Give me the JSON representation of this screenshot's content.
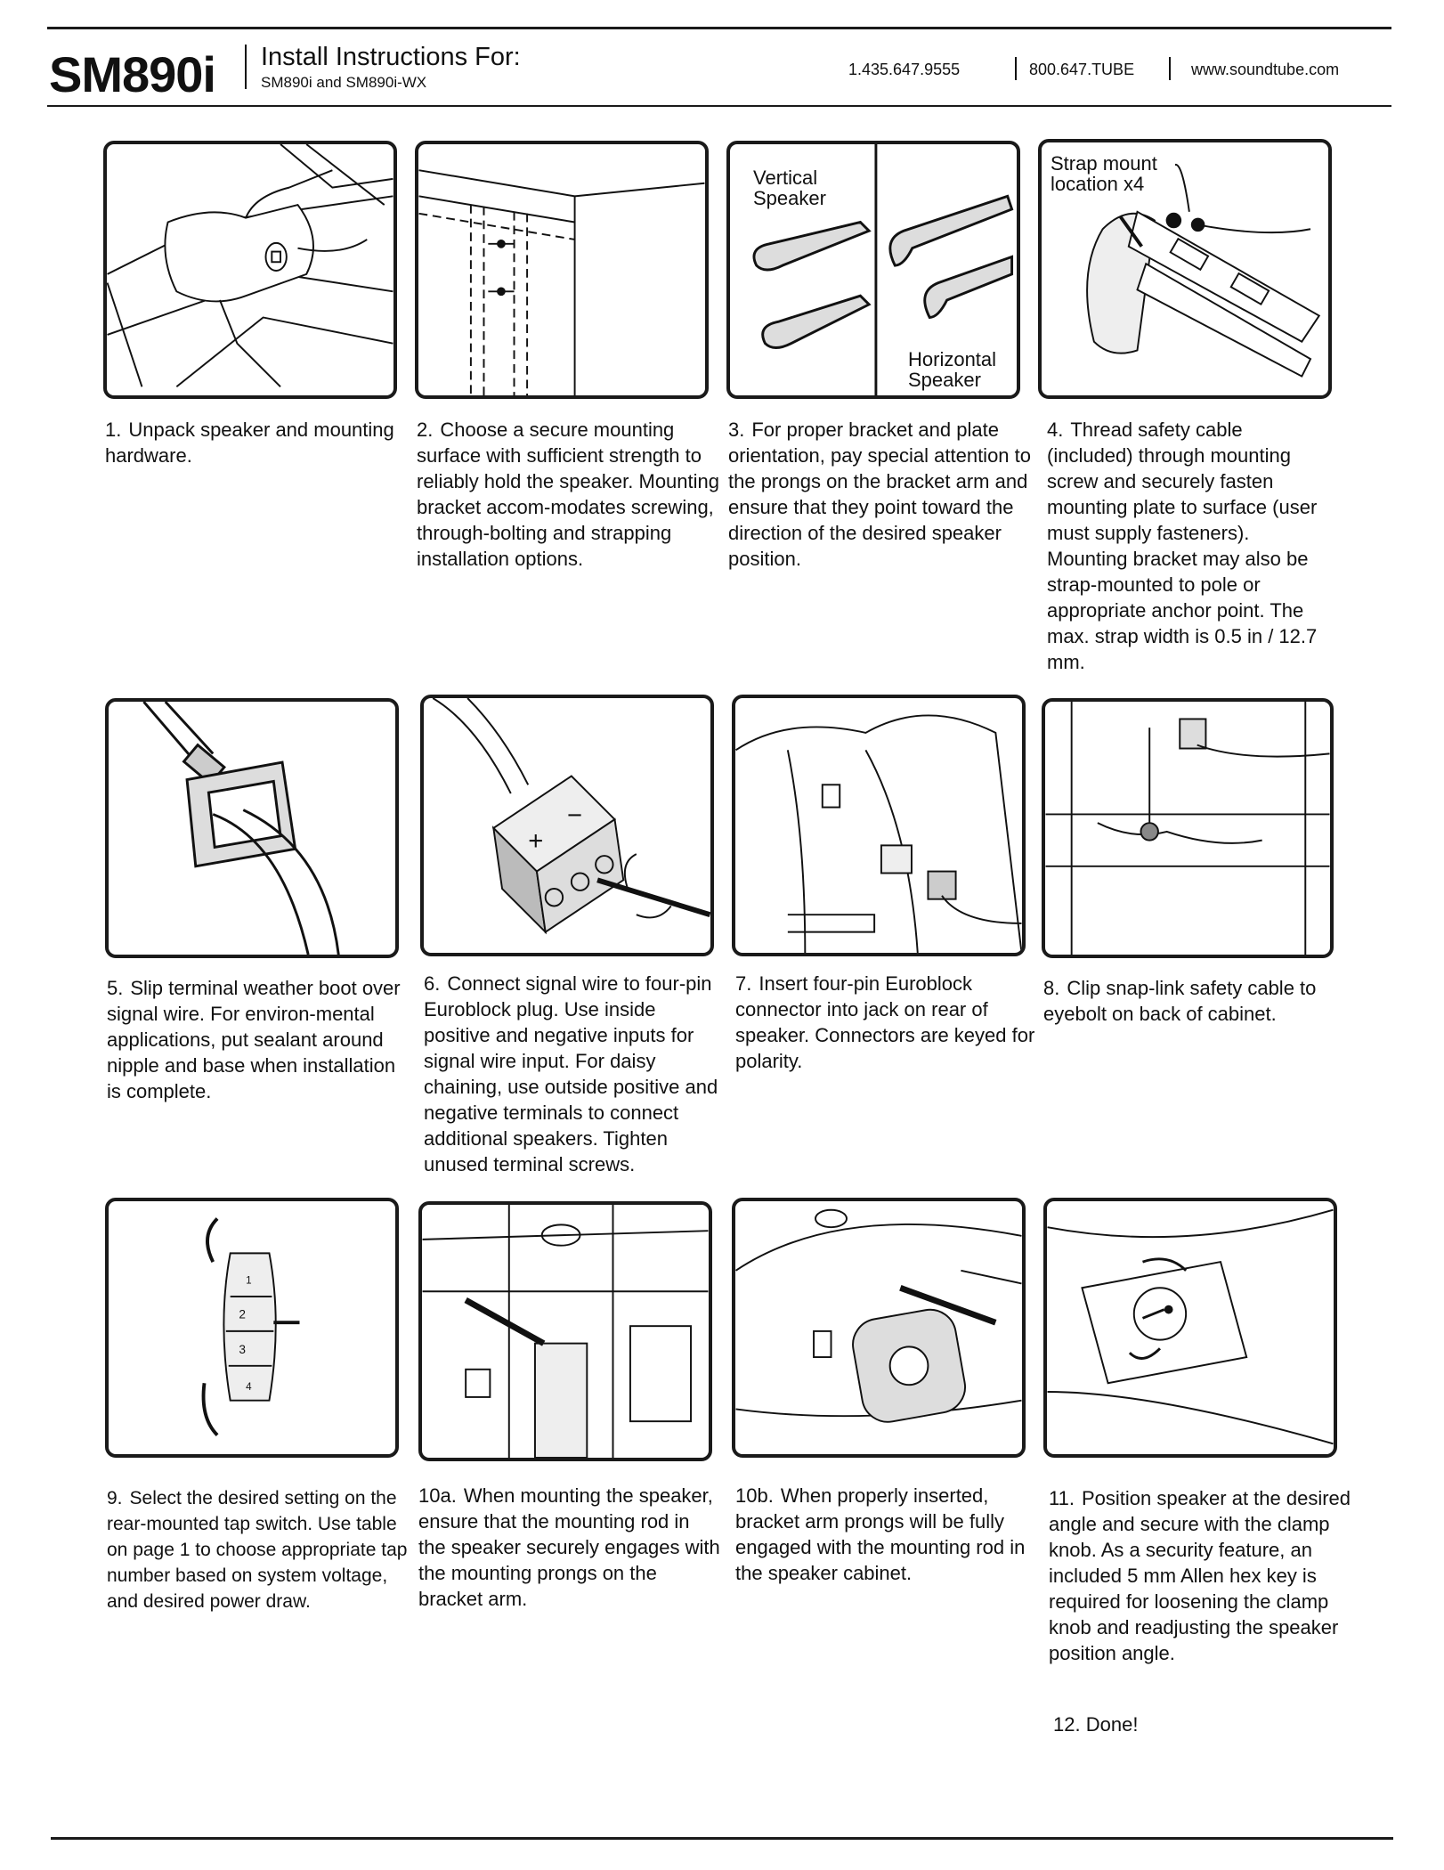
{
  "header": {
    "model": "SM890i",
    "title": "Install Instructions For:",
    "subtitle": "SM890i and SM890i-WX",
    "phone1": "1.435.647.9555",
    "phone2": "800.647.TUBE",
    "website": "www.soundtube.com"
  },
  "panel_labels": {
    "vertical": "Vertical Speaker",
    "horizontal": "Horizontal Speaker",
    "strap": "Strap mount location x4"
  },
  "tap_numbers": [
    "1",
    "2",
    "3",
    "4"
  ],
  "steps": [
    {
      "num": "1.",
      "text": "Unpack speaker and mounting hardware."
    },
    {
      "num": "2.",
      "text": "Choose a secure mounting surface with sufficient strength to reliably hold the speaker. Mounting bracket accom-modates screwing, through-bolting and strapping installation options."
    },
    {
      "num": "3.",
      "text": "For proper bracket and plate orientation, pay special attention to the prongs on the bracket arm and ensure that they point toward the direction of the desired speaker position."
    },
    {
      "num": "4.",
      "text": "Thread safety cable (included) through mounting screw and securely fasten mounting plate to surface (user must supply fasteners). Mounting bracket may also be strap-mounted to pole or appropriate anchor point. The max. strap width is 0.5 in / 12.7 mm."
    },
    {
      "num": "5.",
      "text": "Slip terminal weather boot over signal wire. For environ-mental applications, put sealant around nipple and base when installation is complete."
    },
    {
      "num": "6.",
      "text": "Connect signal wire to four-pin Euroblock plug. Use inside positive and negative inputs for signal wire input. For daisy chaining, use outside positive and negative terminals to connect additional speakers. Tighten unused terminal screws."
    },
    {
      "num": "7.",
      "text": "Insert four-pin Euroblock connector into jack on rear of speaker. Connectors are keyed for polarity."
    },
    {
      "num": "8.",
      "text": "Clip snap-link safety cable to eyebolt on back of cabinet."
    },
    {
      "num": "9.",
      "text": "Select the desired setting on the rear-mounted tap switch. Use table on page 1 to choose appropriate tap number based on system voltage, and desired power draw."
    },
    {
      "num": "10a.",
      "text": "When mounting the speaker, ensure that the mounting rod in the speaker securely engages with the mounting prongs on the bracket arm."
    },
    {
      "num": "10b.",
      "text": "When properly inserted, bracket arm prongs will be fully engaged with the mounting rod in the speaker cabinet."
    },
    {
      "num": "11.",
      "text": "Position speaker at the desired angle and secure with the clamp knob. As a security feature, an included 5 mm Allen hex key is required for loosening the clamp knob and readjusting the speaker position angle."
    }
  ],
  "done": {
    "num": "12.",
    "text": "Done!"
  }
}
